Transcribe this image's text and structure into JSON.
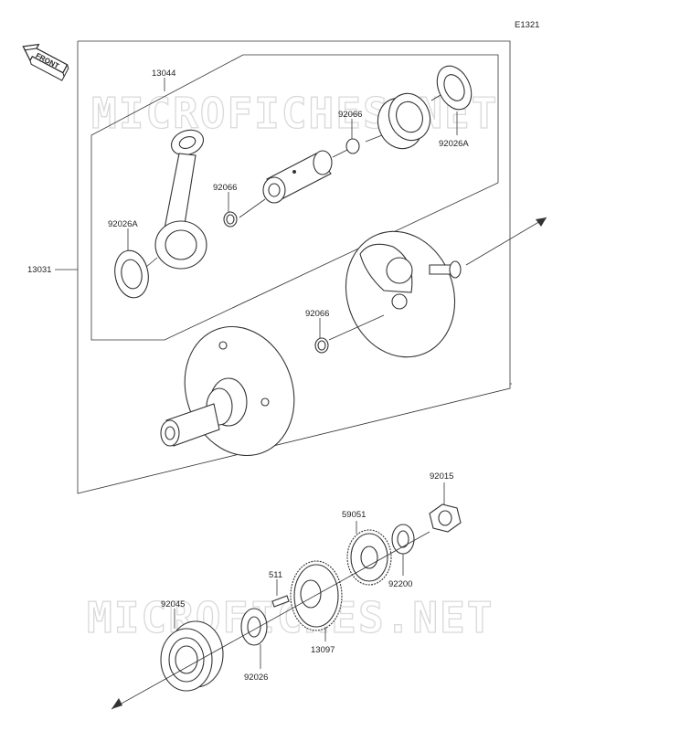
{
  "diagram": {
    "code": "E1321",
    "front_label": "FRONT",
    "watermark": "MICROFICHES.NET",
    "part_numbers": {
      "crankshaft_assy": "13031",
      "connecting_rod": "13044",
      "needle_top": "92066",
      "washer_right": "92026A",
      "needle_pin": "92066",
      "washer_left": "92026A",
      "needle_mid": "92066",
      "nut": "92015",
      "gear_small": "59051",
      "lock_washer": "92200",
      "key": "511",
      "bearing": "92045",
      "gear_large": "13097",
      "washer_bottom": "92026"
    }
  }
}
